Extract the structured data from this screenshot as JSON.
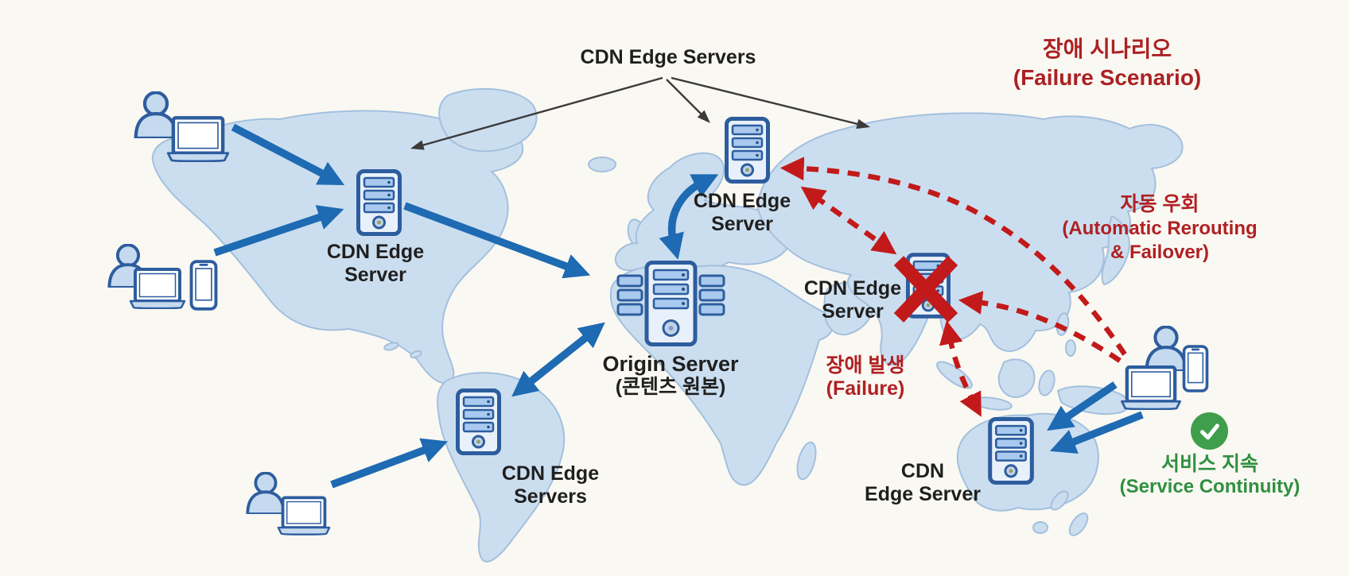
{
  "colors": {
    "background": "#faf8f2",
    "land": "#cbdeef",
    "land_border": "#a3c0de",
    "blue": "#1e6ab3",
    "red": "#c21a1a",
    "red_text": "#b02023",
    "dark_red_text": "#ab2123",
    "green": "#3f9e4c",
    "green_text": "#2f9040",
    "black_text": "#1f1f1f",
    "icon_stroke": "#2d5d9e",
    "icon_fill": "#c6daef"
  },
  "top_label": "CDN Edge Servers",
  "scenario": {
    "ko": "장애 시나리오",
    "en": "(Failure Scenario)"
  },
  "rerouting": {
    "ko": "자동 우회",
    "en_line1": "(Automatic Rerouting",
    "en_line2": "& Failover)"
  },
  "failure": {
    "ko": "장애 발생",
    "en": "(Failure)"
  },
  "continuity": {
    "ko": "서비스 지속",
    "en": "(Service Continuity)"
  },
  "servers": {
    "north_america": {
      "line1": "CDN Edge",
      "line2": "Server"
    },
    "europe": {
      "line1": "CDN Edge",
      "line2": "Server"
    },
    "asia_failed": {
      "line1": "CDN Edge",
      "line2": "Server"
    },
    "south_america": {
      "line1": "CDN Edge",
      "line2": "Servers"
    },
    "australia": {
      "line1": "CDN",
      "line2": "Edge Server"
    },
    "origin": {
      "line1": "Origin Server",
      "line2": "(콘텐츠 원본)"
    }
  },
  "icons": {
    "server": "server-tower-icon",
    "origin_server": "origin-server-rack-icon",
    "user_laptop": "user-with-laptop-icon",
    "user_devices": "user-with-laptop-and-phone-icon",
    "failure_mark": "red-x-icon",
    "continuity_mark": "green-check-icon",
    "map": "world-map"
  }
}
